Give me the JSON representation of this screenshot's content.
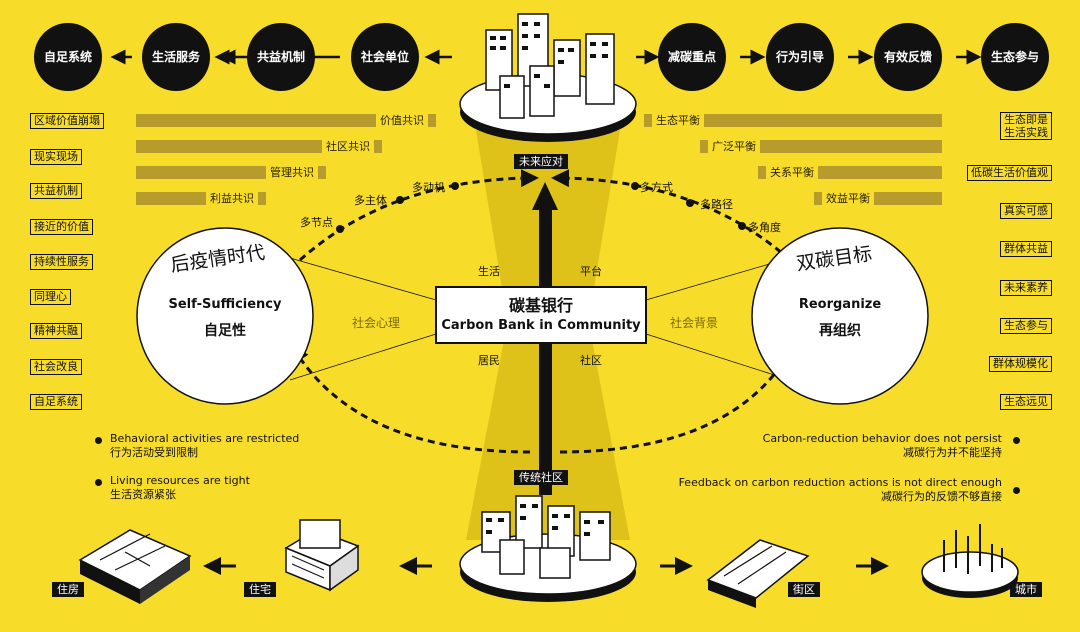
{
  "top_left_chain": [
    "自足系统",
    "生活服务",
    "共益机制",
    "社会单位"
  ],
  "top_right_chain": [
    "减碳重点",
    "行为引导",
    "有效反馈",
    "生态参与"
  ],
  "left_tags": [
    "区域价值崩塌",
    "现实现场",
    "共益机制",
    "接近的价值",
    "持续性服务",
    "同理心",
    "精神共融",
    "社会改良",
    "自足系统"
  ],
  "right_tags": [
    "生态即是\n生活实践",
    "低碳生活价值观",
    "真实可感",
    "群体共益",
    "未来素养",
    "生态参与",
    "群体规模化",
    "生态远见"
  ],
  "left_bars": [
    "价值共识",
    "社区共识",
    "管理共识",
    "利益共识"
  ],
  "right_bars": [
    "生态平衡",
    "广泛平衡",
    "关系平衡",
    "效益平衡"
  ],
  "top_label": "未来应对",
  "bottom_label": "传统社区",
  "left_arc_labels": [
    "多节点",
    "多主体",
    "多动机"
  ],
  "right_arc_labels": [
    "多方式",
    "多路径",
    "多角度"
  ],
  "left_circle": {
    "heading": "后疫情时代",
    "en": "Self-Sufficiency",
    "zh": "自足性"
  },
  "right_circle": {
    "heading": "双碳目标",
    "en": "Reorganize",
    "zh": "再组织"
  },
  "center": {
    "zh": "碳基银行",
    "en": "Carbon Bank in Community"
  },
  "center_corners": {
    "tl": "生活",
    "tr": "平台",
    "bl": "居民",
    "br": "社区"
  },
  "side_labels": {
    "left": "社会心理",
    "right": "社会背景"
  },
  "left_notes": [
    {
      "en": "Behavioral activities are restricted",
      "zh": "行为活动受到限制"
    },
    {
      "en": "Living resources are tight",
      "zh": "生活资源紧张"
    }
  ],
  "right_notes": [
    {
      "en": "Carbon-reduction behavior does not persist",
      "zh": "减碳行为并不能坚持"
    },
    {
      "en": "Feedback on carbon reduction actions is not direct enough",
      "zh": "减碳行为的反馈不够直接"
    }
  ],
  "bottom_items": {
    "housing": "住房",
    "residence": "住宅",
    "block": "街区",
    "city": "城市"
  },
  "colors": {
    "background": "#f8dc2a",
    "ink": "#111111",
    "bar": "#b79b2c"
  }
}
